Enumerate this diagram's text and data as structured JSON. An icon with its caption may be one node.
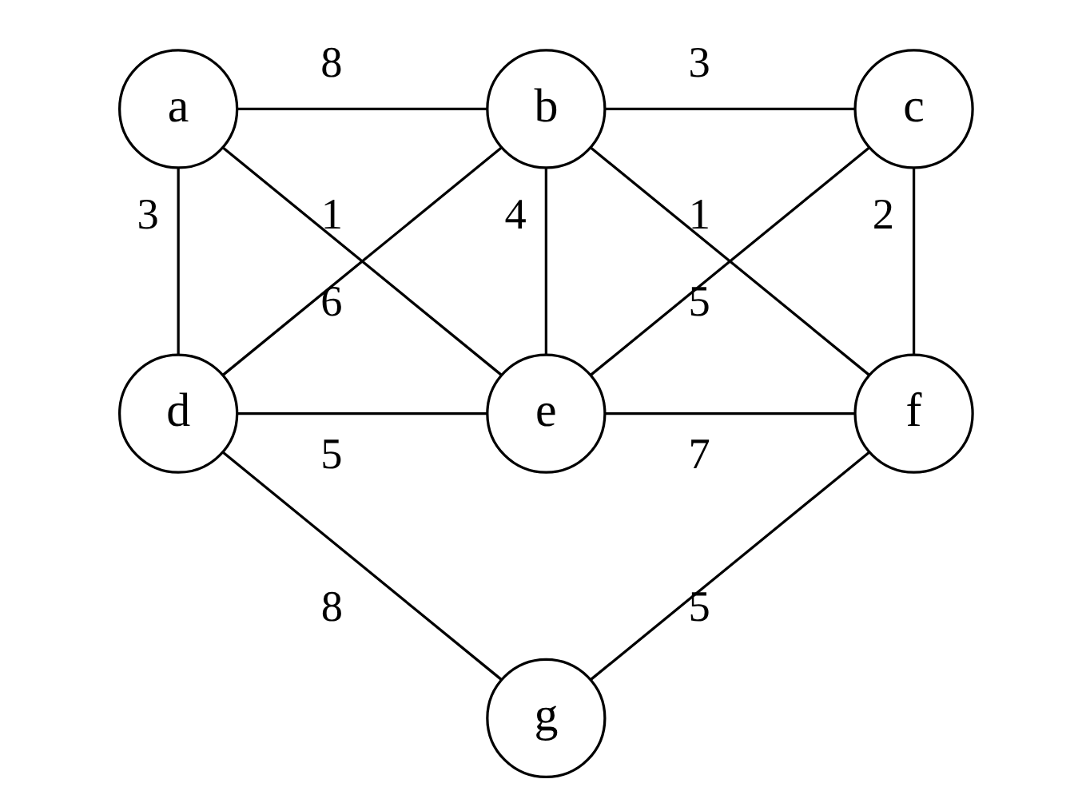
{
  "diagram": {
    "nodes": [
      {
        "text": [
          "a"
        ]
      },
      {
        "text": [
          "b"
        ]
      },
      {
        "text": [
          "c"
        ]
      },
      {
        "text": [
          "d"
        ]
      },
      {
        "text": [
          "e"
        ]
      },
      {
        "text": [
          "f"
        ]
      },
      {
        "text": [
          "g"
        ]
      }
    ],
    "edges": [
      {
        "from": 0,
        "to": 1,
        "arrow": "none",
        "label": "8"
      },
      {
        "from": 1,
        "to": 2,
        "arrow": "none",
        "label": "3"
      },
      {
        "from": 0,
        "to": 3,
        "arrow": "none",
        "label": "3"
      },
      {
        "from": 0,
        "to": 4,
        "arrow": "none",
        "label": "1"
      },
      {
        "from": 1,
        "to": 3,
        "arrow": "none",
        "label": "6"
      },
      {
        "from": 1,
        "to": 4,
        "arrow": "none",
        "label": "4"
      },
      {
        "from": 1,
        "to": 5,
        "arrow": "none",
        "label": "1"
      },
      {
        "from": 2,
        "to": 4,
        "arrow": "none",
        "label": "5"
      },
      {
        "from": 2,
        "to": 5,
        "arrow": "none",
        "label": "2"
      },
      {
        "from": 3,
        "to": 4,
        "arrow": "none",
        "label": "5"
      },
      {
        "from": 4,
        "to": 5,
        "arrow": "none",
        "label": "7"
      },
      {
        "from": 3,
        "to": 6,
        "arrow": "none",
        "label": "8"
      },
      {
        "from": 6,
        "to": 5,
        "arrow": "none",
        "label": "5"
      }
    ]
  }
}
